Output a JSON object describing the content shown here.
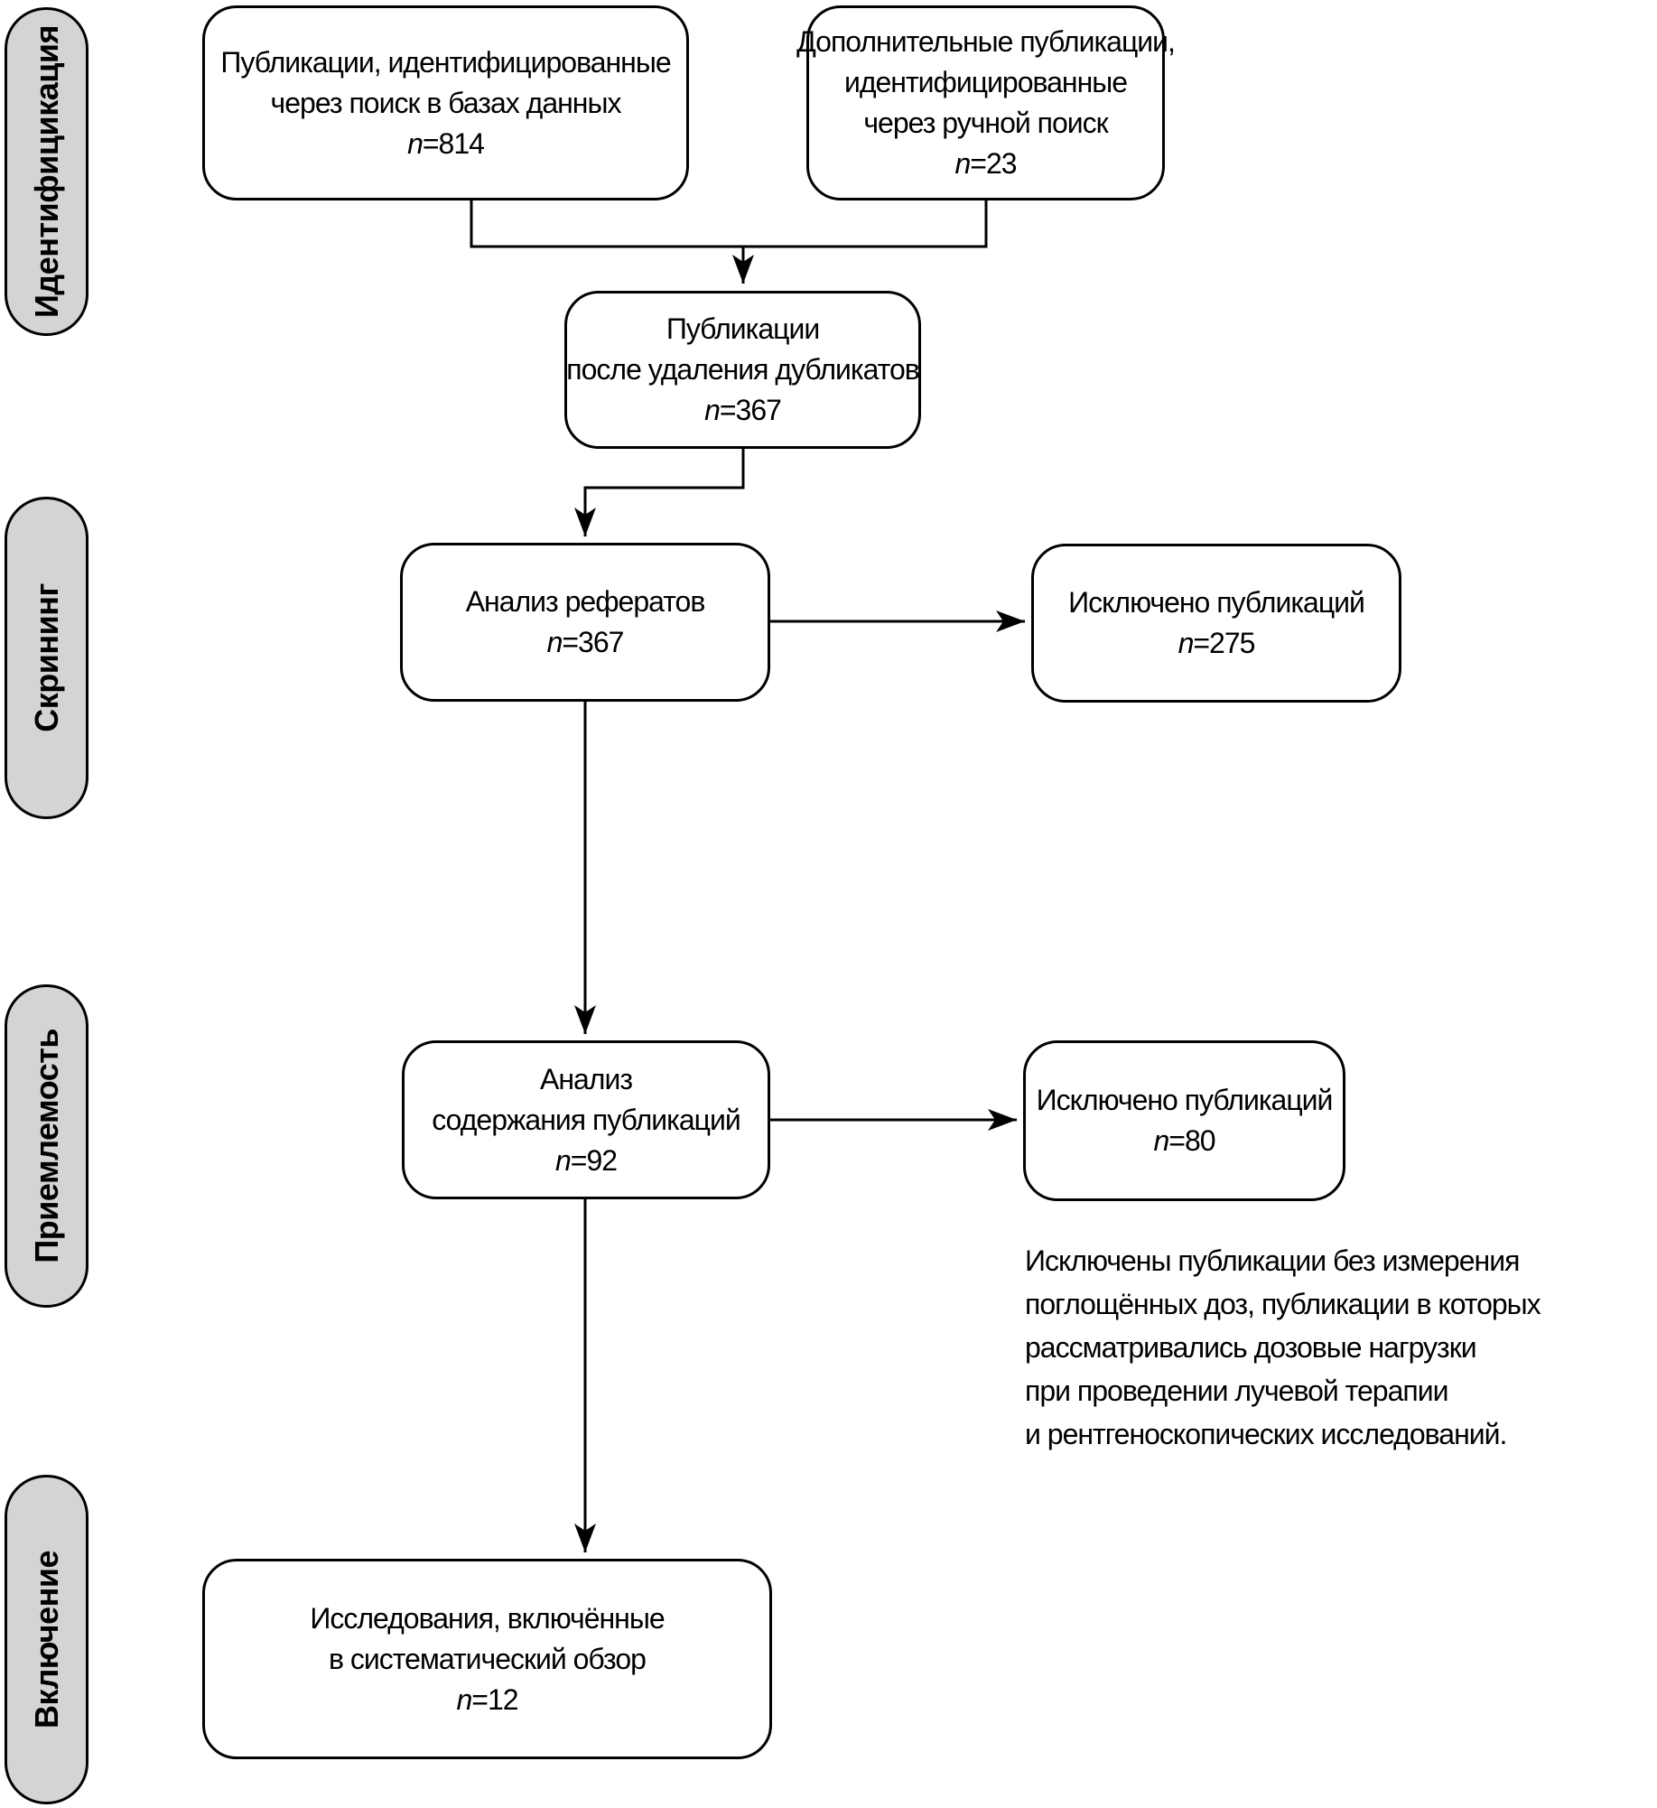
{
  "stage_labels": [
    "Идентифицикация",
    "Скрининг",
    "Приемлемость",
    "Включение"
  ],
  "boxes": {
    "db_search": {
      "lines": [
        "Публикации, идентифицированные",
        "через поиск в базах данных"
      ],
      "n": "n",
      "count": "=814"
    },
    "manual_search": {
      "lines": [
        "Дополнительные публикации,",
        "идентифицированные",
        "через ручной поиск"
      ],
      "n": "n",
      "count": "=23"
    },
    "dedup": {
      "lines": [
        "Публикации",
        "после удаления дубликатов"
      ],
      "n": "n",
      "count": "=367"
    },
    "abstract_analysis": {
      "lines": [
        "Анализ рефератов"
      ],
      "n": "n",
      "count": "=367"
    },
    "excluded_abstracts": {
      "lines": [
        "Исключено публикаций"
      ],
      "n": "n",
      "count": "=275"
    },
    "content_analysis": {
      "lines": [
        "Анализ",
        "содержания публикаций"
      ],
      "n": "n",
      "count": "=92"
    },
    "excluded_content": {
      "lines": [
        "Исключено публикаций"
      ],
      "n": "n",
      "count": "=80"
    },
    "included": {
      "lines": [
        "Исследования, включённые",
        "в систематический обзор"
      ],
      "n": "n",
      "count": "=12"
    }
  },
  "note": {
    "lines": [
      "Исключены публикации без измерения",
      "поглощённых доз, публикации в которых",
      "рассматривались дозовые нагрузки",
      "при проведении лучевой терапии",
      "и рентгеноскопических исследований."
    ]
  },
  "colors": {
    "stage_fill": "#d4d4d4",
    "line": "#000000",
    "box_fill": "#ffffff"
  }
}
